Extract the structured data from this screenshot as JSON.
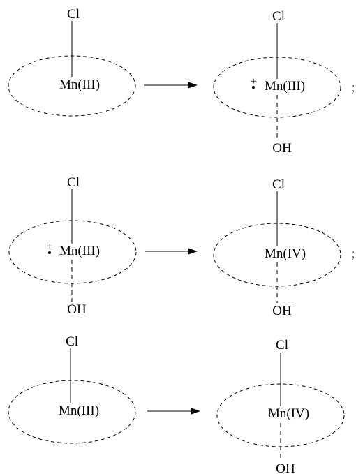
{
  "rows": [
    {
      "reactant": {
        "top": "Cl",
        "metal": "Mn(III)",
        "radical": "",
        "bottom": ""
      },
      "product": {
        "top": "Cl",
        "metal": "Mn(III)",
        "radical": "+",
        "bottom": "OH"
      },
      "separator": ";"
    },
    {
      "reactant": {
        "top": "Cl",
        "metal": "Mn(III)",
        "radical": "+",
        "bottom": "OH"
      },
      "product": {
        "top": "Cl",
        "metal": "Mn(IV)",
        "radical": "",
        "bottom": "OH"
      },
      "separator": ";"
    },
    {
      "reactant": {
        "top": "Cl",
        "metal": "Mn(III)",
        "radical": "",
        "bottom": ""
      },
      "product": {
        "top": "Cl",
        "metal": "Mn(IV)",
        "radical": "",
        "bottom": "OH"
      },
      "separator": ""
    }
  ]
}
